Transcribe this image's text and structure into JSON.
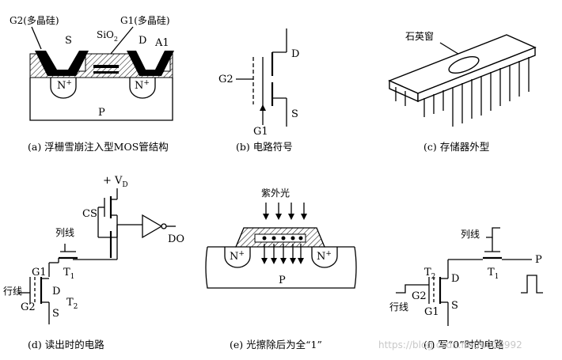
{
  "panel_a": {
    "caption": "(a) 浮栅雪崩注入型MOS管结构",
    "gate2_label": "G2(多晶硅)",
    "gate1_label": "G1(多晶硅)",
    "oxide_label": "SiO",
    "oxide_sub": "2",
    "source_label": "S",
    "drain_label": "D",
    "a1_label": "A1",
    "n_left": "N",
    "n_right": "N",
    "plus": "+",
    "substrate_label": "P"
  },
  "panel_b": {
    "caption": "(b) 电路符号",
    "d_label": "D",
    "g2_label": "G2",
    "s_label": "S",
    "g1_label": "G1"
  },
  "panel_c": {
    "caption": "(c) 存储器外型",
    "window_label": "石英窗"
  },
  "panel_d": {
    "caption": "(d) 读出时的电路",
    "vd_label": "+ V",
    "vd_sub": "D",
    "cs_label": "CS",
    "do_label": "DO",
    "column_label": "列线",
    "t1_label": "T",
    "t1_sub": "1",
    "g1_label": "G1",
    "row_label": "行线",
    "d_label": "D",
    "g2_label": "G2",
    "t2_label": "T",
    "t2_sub": "2",
    "s_label": "S"
  },
  "panel_e": {
    "caption": "(e) 光擦除后为全“1”",
    "uv_label": "紫外光",
    "n_left": "N",
    "n_right": "N",
    "plus": "+",
    "substrate_label": "P"
  },
  "panel_f": {
    "caption": "(f) 写“0”时的电路",
    "column_label": "列线",
    "t2_label": "T",
    "t2_sub": "2",
    "t1_label": "T",
    "t1_sub": "1",
    "p_label": "P",
    "d_label": "D",
    "g2_label": "G2",
    "row_label": "行线",
    "g1_label": "G1",
    "s_label": "S"
  },
  "watermark": "https://blog.csdn.net/u010992"
}
